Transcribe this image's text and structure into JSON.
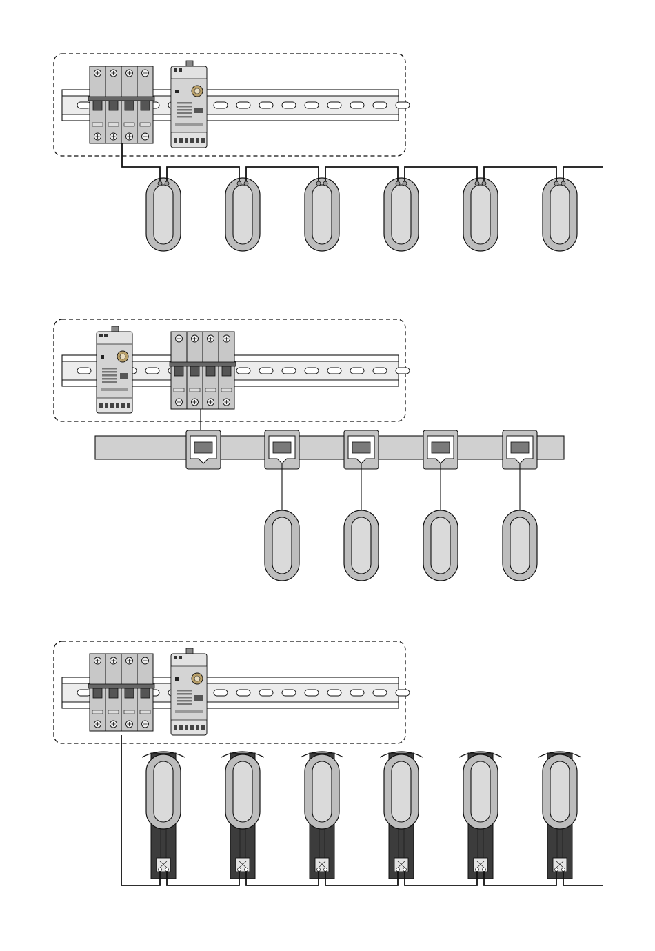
{
  "colors": {
    "outline": "#111111",
    "device_gray": "#c8c8c8",
    "device_light": "#e2e2e2",
    "rail_gray": "#ececec",
    "sensor_outer": "#bdbdbd",
    "sensor_inner": "#dadada",
    "bracket_dark": "#3c3c3c",
    "busbar_gray": "#d0d0d0"
  },
  "diagrams": [
    {
      "id": "daisy-chain",
      "layout": "breaker-then-meter",
      "sensor_count": 6,
      "connection": "daisy-chain-wire"
    },
    {
      "id": "bus-tap",
      "layout": "meter-then-breaker",
      "sensor_count": 4,
      "tap_count": 5,
      "connection": "bus-bar-taps"
    },
    {
      "id": "bracket-chain",
      "layout": "breaker-then-meter",
      "sensor_count": 6,
      "connection": "bracket-mounted-chain"
    }
  ],
  "icons": [
    "din-rail",
    "circuit-breaker-4-pole",
    "energy-meter-module",
    "current-sensor-loop",
    "bus-bar-connector",
    "mounting-bracket"
  ]
}
